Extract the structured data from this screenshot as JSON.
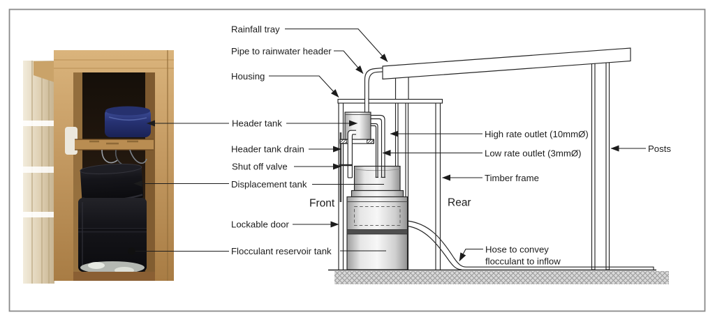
{
  "labels": {
    "rainfall_tray": "Rainfall tray",
    "pipe_to_rainwater_header": "Pipe to rainwater header",
    "housing": "Housing",
    "header_tank": "Header tank",
    "header_tank_drain": "Header tank drain",
    "shut_off_valve": "Shut off valve",
    "displacement_tank": "Displacement tank",
    "lockable_door": "Lockable door",
    "flocculant_reservoir_tank": "Flocculant reservoir tank",
    "high_rate_outlet": "High rate outlet (10mmØ)",
    "low_rate_outlet": "Low rate outlet (3mmØ)",
    "timber_frame": "Timber frame",
    "posts": "Posts",
    "front": "Front",
    "rear": "Rear",
    "hose_line_1": "Hose to convey",
    "hose_line_2": "flocculant to inflow"
  },
  "colors": {
    "line": "#1c1c1c",
    "border": "#8a8a8a",
    "header_tank_blue": "#26316e",
    "barrel_black": "#131317",
    "wood_tan": "#c49a62",
    "ground_gray": "#d6d6d6"
  }
}
